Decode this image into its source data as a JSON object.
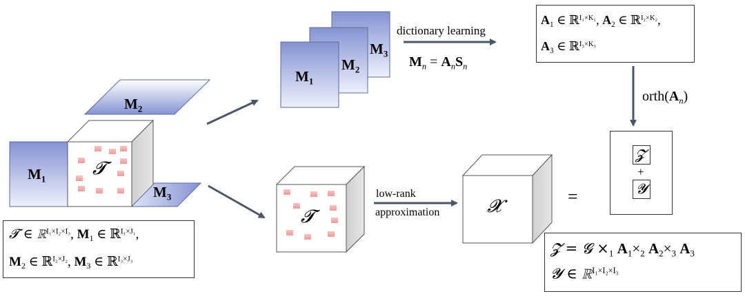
{
  "left_group": {
    "slice_m1": {
      "symbol": "M",
      "sub": "1"
    },
    "slice_m2": {
      "symbol": "M",
      "sub": "2"
    },
    "slice_m3": {
      "symbol": "M",
      "sub": "3"
    },
    "cube_label": "𝓣",
    "def_box": {
      "line1": {
        "t": "𝓣 ∈ ℝ",
        "t_sup": "I₁×I₂×I₃",
        "sep": ", ",
        "m": "M",
        "m_sub": "1",
        "in": " ∈ ℝ",
        "m_sup": "I₁×J₁",
        "end": ","
      },
      "line2": {
        "m2": "M",
        "m2_sub": "2",
        "in2": " ∈ ℝ",
        "m2_sup": "I₂×J₂",
        "sep": ", ",
        "m3": "M",
        "m3_sub": "3",
        "in3": " ∈ ℝ",
        "m3_sup": "I₃×J₃"
      }
    }
  },
  "top_group": {
    "stack_labels": [
      {
        "symbol": "M",
        "sub": "1"
      },
      {
        "symbol": "M",
        "sub": "2"
      },
      {
        "symbol": "M",
        "sub": "3"
      }
    ],
    "arrow_label_top": "dictionary  learning",
    "equation": {
      "lhs": "M",
      "lhs_sub": "n",
      "eq": " = ",
      "a": "A",
      "a_sub": "n",
      "s": "S",
      "s_sub": "n"
    },
    "dict_box": {
      "a1": "A",
      "a1_sub": "1",
      "a1_in": " ∈ ℝ",
      "a1_sup": "I₁×K₁",
      "a2": "A",
      "a2_sub": "2",
      "a2_in": " ∈ ℝ",
      "a2_sup": "I₂×K₂",
      "a3": "A",
      "a3_sub": "3",
      "a3_in": " ∈ ℝ",
      "a3_sup": "I₃×K₃"
    },
    "orth_label": {
      "pre": "orth(",
      "a": "A",
      "sub": "n",
      "post": ")"
    }
  },
  "bottom_group": {
    "cube_label": "𝓣",
    "arrow_label_line1": "low-rank",
    "arrow_label_line2": "approximation",
    "x_label": "𝓧",
    "equals": "=",
    "z_symbol": "𝓩",
    "plus": "+",
    "y_symbol": "𝓨",
    "result_box": {
      "line1": "𝓩 =  𝓖 ×",
      "line1_parts": [
        "1",
        "A",
        "1",
        "×",
        "2",
        "A",
        "2",
        "×",
        "3",
        "A",
        "3"
      ],
      "line2": "𝓨 ∈ ℝ",
      "line2_sup": "I₁×I₂×I₃"
    }
  },
  "colors": {
    "slice_fill_dark": "#8593d3",
    "slice_fill_light": "#e9ecfa",
    "cube_side": "#d9d9d9",
    "square_fill": "#f0a3a3",
    "arrow": "#4a5566"
  }
}
